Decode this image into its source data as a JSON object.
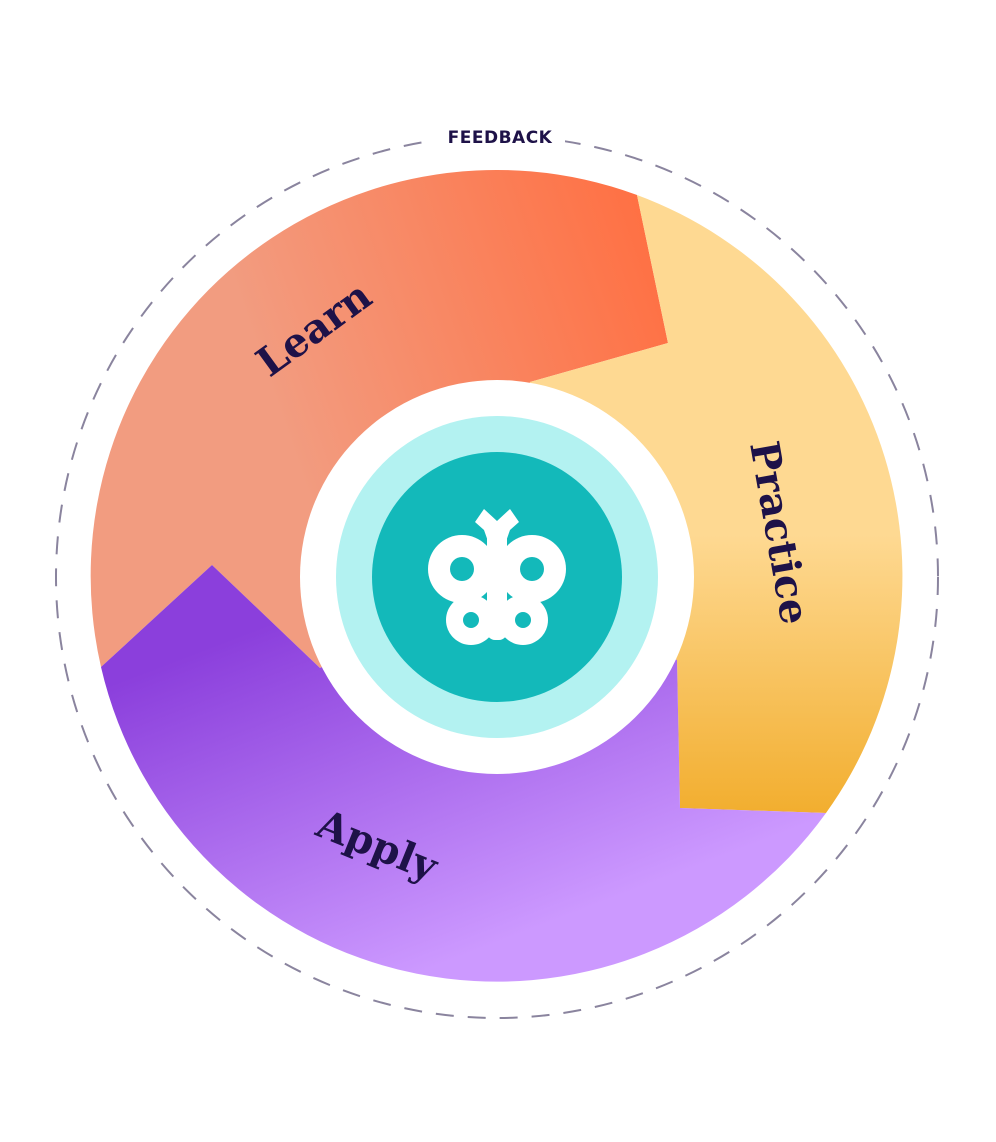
{
  "feedback_label": "FEEDBACK",
  "stages": [
    {
      "label": "Learn",
      "colors": [
        "#f29c80",
        "#ff7043"
      ]
    },
    {
      "label": "Practice",
      "colors": [
        "#fed992",
        "#f2ae2f"
      ]
    },
    {
      "label": "Apply",
      "colors": [
        "#8b3fdc",
        "#cc99ff"
      ]
    }
  ],
  "center": {
    "icon": "butterfly-icon",
    "inner_color": "#13b9ba",
    "ring_color": "#b3f2f1"
  }
}
